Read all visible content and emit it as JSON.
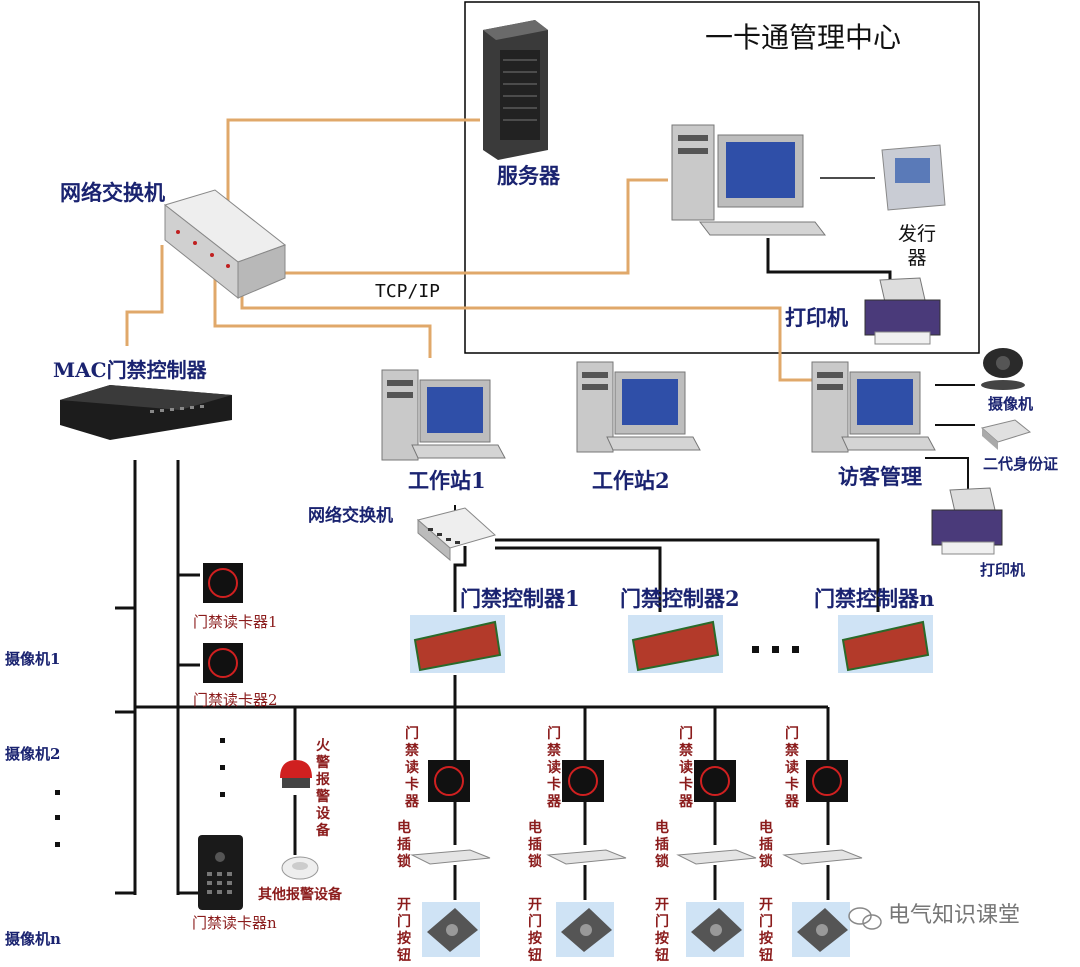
{
  "labels": {
    "center_title": "一卡通管理中心",
    "server": "服务器",
    "issuer": "发行器",
    "network_switch_top": "网络交换机",
    "tcp_ip": "TCP/IP",
    "printer_center": "打印机",
    "mac_controller": "MAC门禁控制器",
    "workstation_1": "工作站1",
    "workstation_2": "工作站2",
    "visitor_mgmt": "访客管理",
    "camera_right": "摄像机",
    "id_card": "二代身份证",
    "printer_right": "打印机",
    "network_switch_mid": "网络交换机",
    "controller_1": "门禁控制器1",
    "controller_2": "门禁控制器2",
    "controller_n": "门禁控制器n",
    "reader_1": "门禁读卡器1",
    "reader_2": "门禁读卡器2",
    "reader_n": "门禁读卡器n",
    "camera_1": "摄像机1",
    "camera_2": "摄像机2",
    "camera_n": "摄像机n",
    "fire_alarm": "火警报警设备",
    "other_alarm": "其他报警设备",
    "door_reader": "门禁读卡器",
    "electric_lock": "电插锁",
    "open_button": "开门按钮",
    "watermark": "电气知识课堂"
  },
  "colors": {
    "orange_wire": "#e0a86a",
    "black_wire": "#111111",
    "label_navy": "#1a2370",
    "label_red": "#8b1c1c",
    "pcb_red": "#b33a2a",
    "screen_blue": "#2f4fa8"
  }
}
